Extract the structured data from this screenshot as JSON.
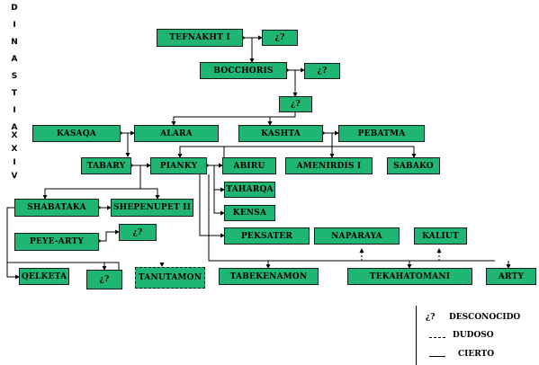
{
  "title_letters": [
    "D",
    "I",
    "N",
    "A",
    "S",
    "T",
    "I",
    "A",
    "",
    "X",
    "X",
    "I",
    "V"
  ],
  "nodes": {
    "tefnakht": "TEFNAKHT I",
    "unk1": "¿?",
    "bocchoris": "BOCCHORIS",
    "unk2": "¿?",
    "unk3": "¿?",
    "kasaqa": "KASAQA",
    "alara": "ALARA",
    "kashta": "KASHTA",
    "pebatma": "PEBATMA",
    "tabary": "TABARY",
    "pianky": "PIANKY",
    "abiru": "ABIRU",
    "amenirdis": "AMENIRDIS I",
    "sabako": "SABAKO",
    "taharqa": "TAHARQA",
    "kensa": "KENSA",
    "shabataka": "SHABATAKA",
    "shepenupet": "SHEPENUPET II",
    "peye_arty": "PEYE-ARTY",
    "unk4": "¿?",
    "peksater": "PEKSATER",
    "naparaya": "NAPARAYA",
    "kaliut": "KALIUT",
    "qelketa": "QELKETA",
    "unk5": "¿?",
    "tanutamon": "TANUTAMON",
    "tabekenamon": "TABEKENAMON",
    "tekahatomani": "TEKAHATOMANI",
    "arty": "ARTY"
  },
  "legend": {
    "unknown_mark": "¿?",
    "unknown_label": "DESCONOCIDO",
    "doubtful_label": "DUDOSO",
    "certain_label": "CIERTO"
  },
  "colors": {
    "node_fill": "#1fb573",
    "border": "#1a1a1a",
    "background": "#ffffff"
  }
}
